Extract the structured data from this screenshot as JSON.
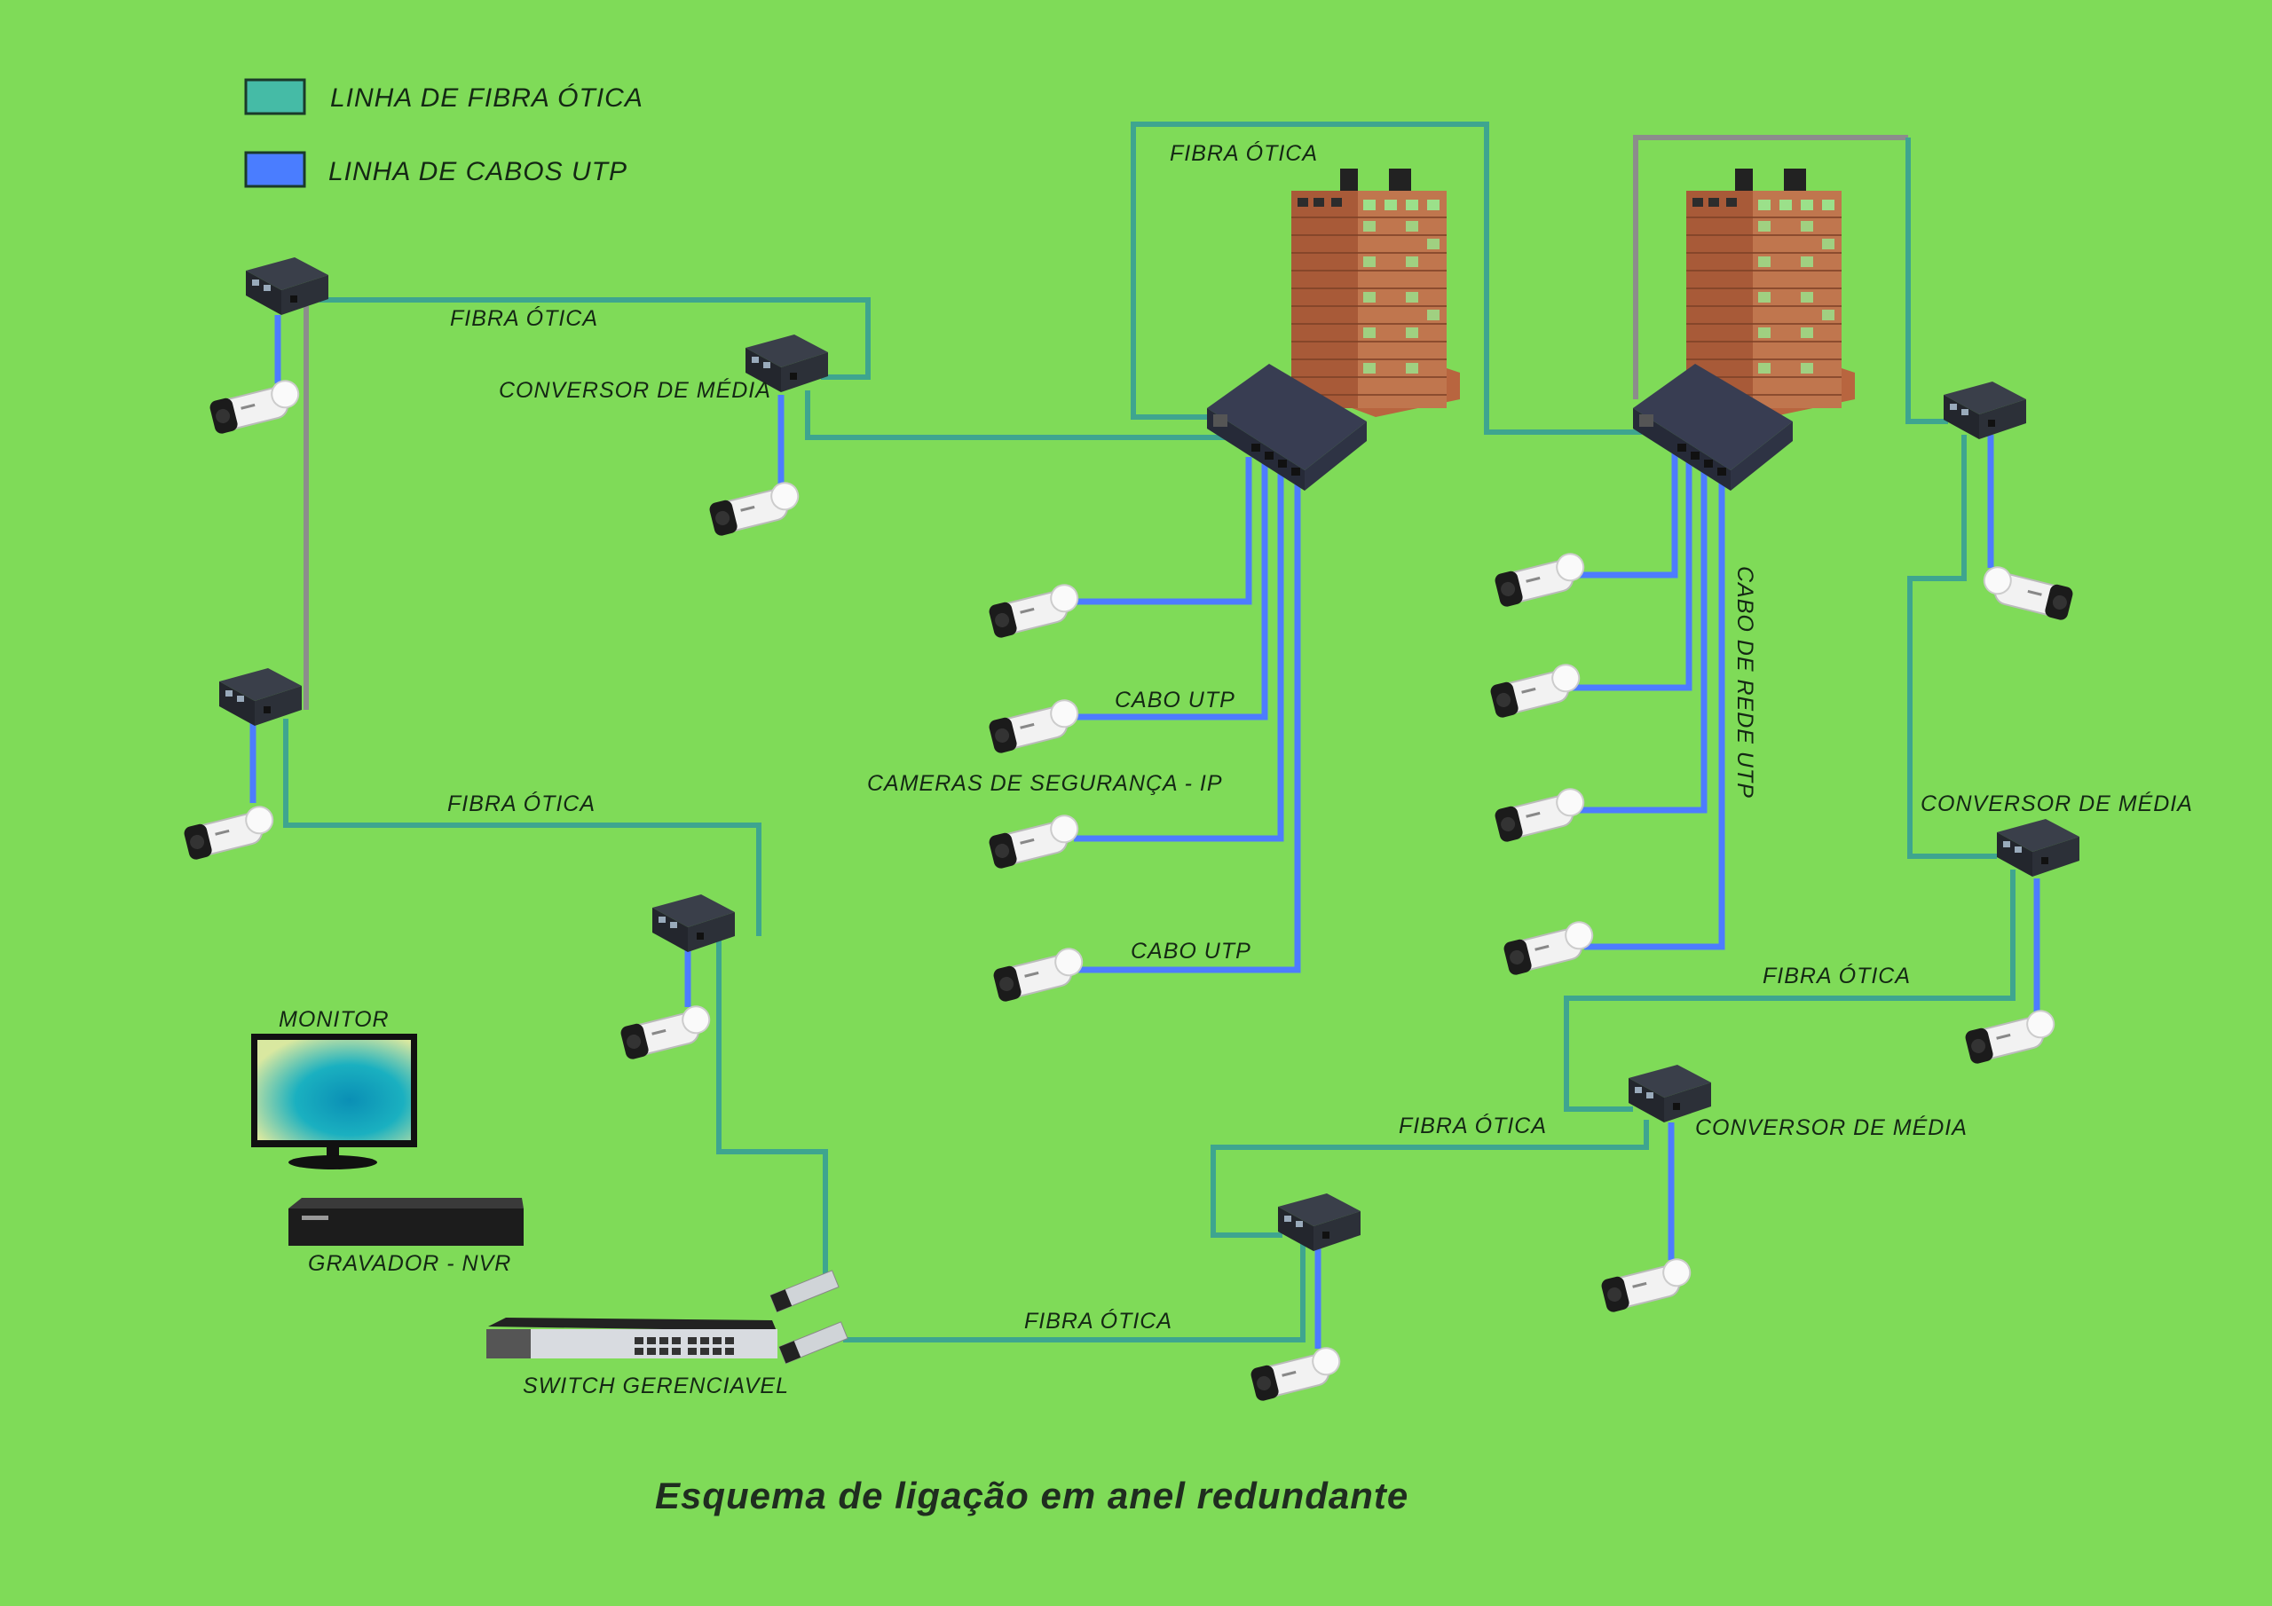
{
  "colors": {
    "background": "#7fdb58",
    "fiber": "#3ea58f",
    "utp": "#4d7cff",
    "legend_fiber": "#45bba6",
    "legend_utp": "#4a7dff",
    "ring_gray": "#8c8c8c",
    "building": "#b86a45"
  },
  "legend": [
    {
      "label": "LINHA DE FIBRA ÓTICA"
    },
    {
      "label": "LINHA DE CABOS UTP"
    }
  ],
  "labels": {
    "fiber_top_left": "FIBRA ÓTICA",
    "converter_top_left": "CONVERSOR DE MÉDIA",
    "fiber_top_center": "FIBRA ÓTICA",
    "fiber_left_mid": "FIBRA ÓTICA",
    "utp_1": "CABO UTP",
    "cameras": "CAMERAS DE SEGURANÇA - IP",
    "utp_2": "CABO UTP",
    "utp_network": "CABO DE REDE UTP",
    "converter_right": "CONVERSOR DE MÉDIA",
    "fiber_right": "FIBRA ÓTICA",
    "fiber_bottom_right": "FIBRA ÓTICA",
    "converter_bottom_right": "CONVERSOR DE MÉDIA",
    "fiber_bottom": "FIBRA ÓTICA",
    "monitor": "MONITOR",
    "nvr": "GRAVADOR - NVR",
    "switch": "SWITCH GERENCIAVEL"
  },
  "title": "Esquema de ligação em anel redundante"
}
